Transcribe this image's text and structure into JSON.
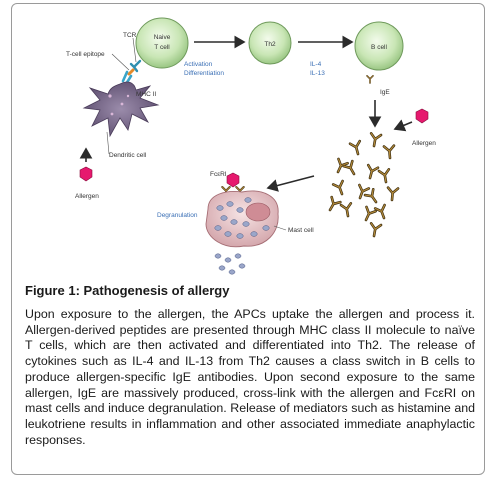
{
  "diagram": {
    "cells": {
      "naive_t_cell": "Naive\nT cell",
      "th2": "Th2",
      "b_cell": "B cell",
      "dendritic_cell": "Dendritic cell",
      "mast_cell": "Mast cell"
    },
    "labels": {
      "tcr": "TCR",
      "t_cell_epitope": "T-cell epitope",
      "mhc_ii": "MHC II",
      "allergen_left": "Allergen",
      "allergen_right": "Allergen",
      "activation": "Activation",
      "differentiation": "Differentiation",
      "il4": "IL-4",
      "il13": "IL-13",
      "ige": "IgE",
      "fceri": "FcεRI",
      "degranulation": "Degranulation"
    },
    "colors": {
      "arrow": "#2b2b2b",
      "cell_green": "#c5e4b0",
      "dendritic": "#7a6b8c",
      "allergen": "#e6196e",
      "blue_text": "#3a6fb5",
      "mast": "#e7c9cc"
    }
  },
  "caption": {
    "title": "Figure 1: Pathogenesis of allergy",
    "text": "Upon exposure to the allergen, the APCs uptake the allergen and process it. Allergen-derived peptides are presented through MHC class II molecule to naïve T cells, which are then activated and differentiated into Th2. The release of cytokines such as IL-4 and IL-13 from Th2 causes a class switch in B cells to produce allergen-specific IgE antibodies. Upon second exposure to the same allergen, IgE are massively produced, cross-link with the allergen and FcεRI on mast cells and induce degranulation. Release of mediators such as histamine and leukotriene results in inflammation and other associated immediate anaphylactic responses."
  }
}
